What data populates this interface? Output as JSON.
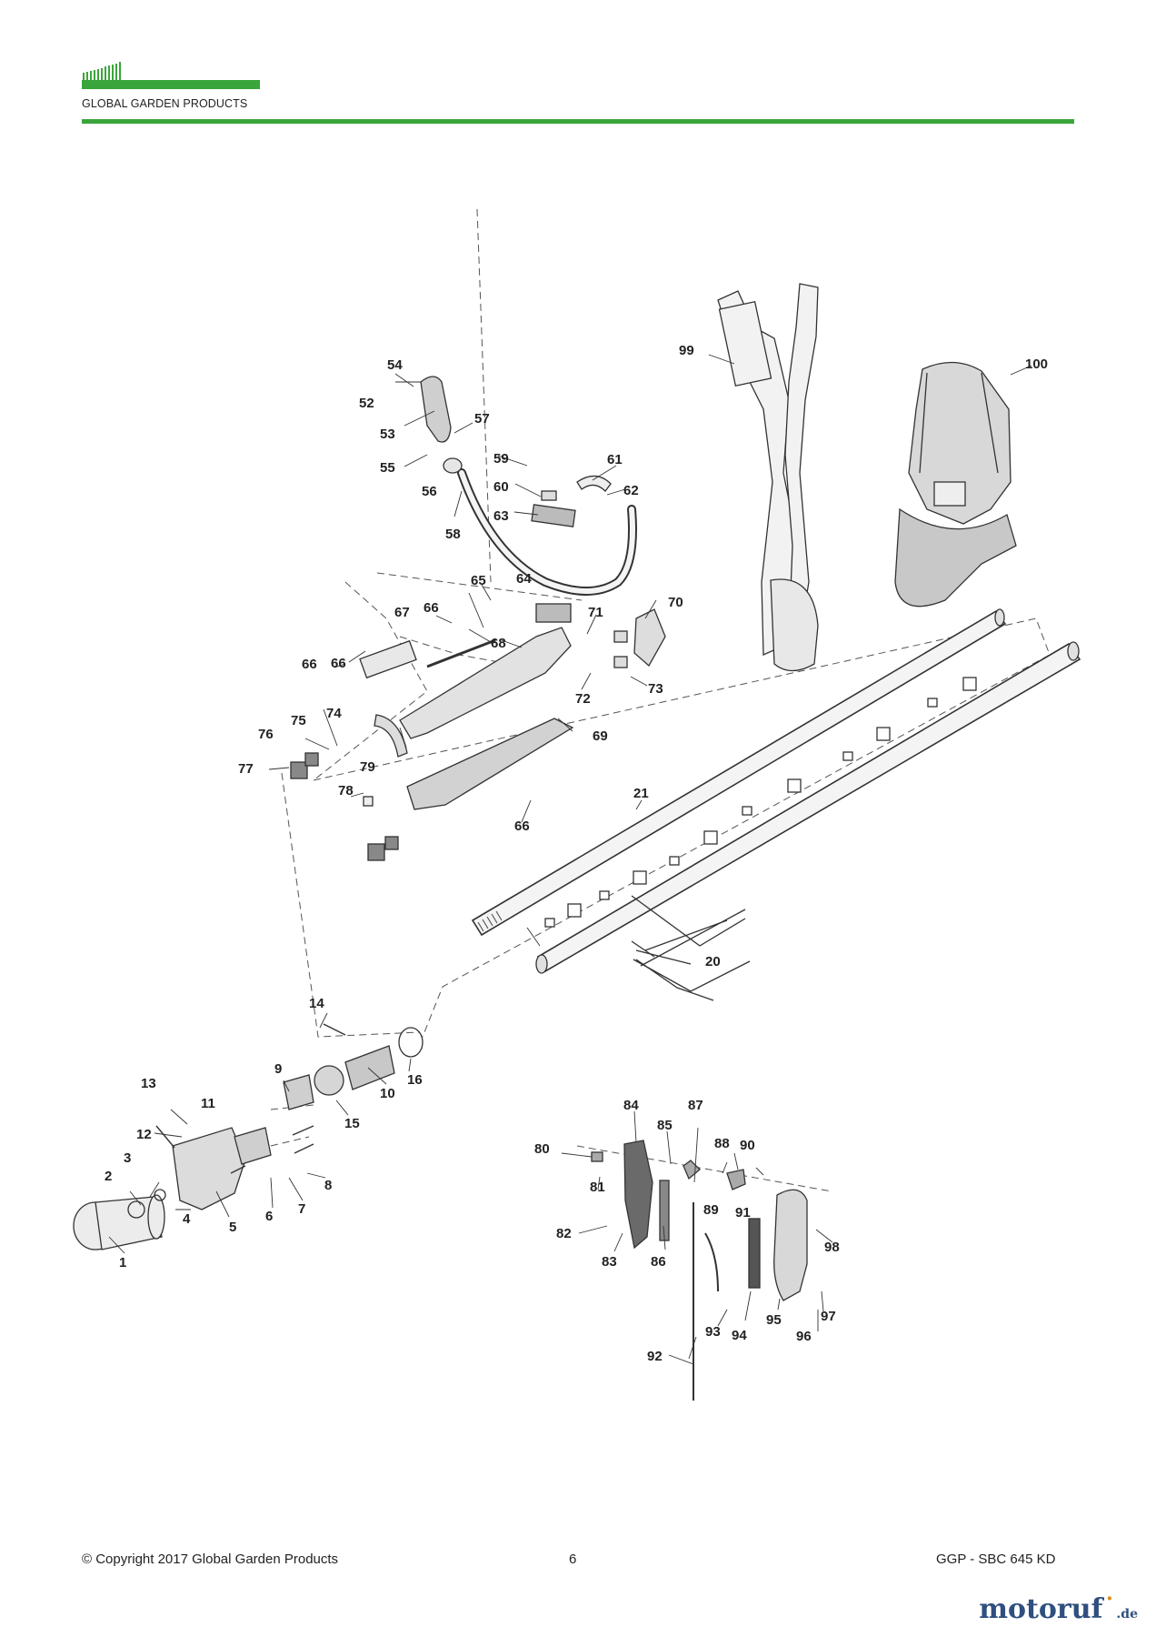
{
  "header": {
    "brand": "GLOBAL GARDEN PRODUCTS",
    "brand_color": "#3aa53a"
  },
  "footer": {
    "copyright": "© Copyright 2017 Global Garden Products",
    "page_number": "6",
    "model": "GGP - SBC 645 KD"
  },
  "watermark": {
    "name_a": "motoruf",
    "name_dot": "˙",
    "tld": ".de"
  },
  "callouts": [
    "1",
    "2",
    "3",
    "4",
    "5",
    "6",
    "7",
    "8",
    "9",
    "10",
    "11",
    "12",
    "13",
    "14",
    "15",
    "16",
    "20",
    "21",
    "52",
    "53",
    "54",
    "55",
    "56",
    "57",
    "58",
    "59",
    "60",
    "61",
    "62",
    "63",
    "64",
    "65",
    "66",
    "66",
    "66",
    "66",
    "67",
    "68",
    "69",
    "70",
    "71",
    "72",
    "73",
    "74",
    "75",
    "76",
    "77",
    "78",
    "79",
    "80",
    "81",
    "82",
    "83",
    "84",
    "85",
    "86",
    "87",
    "88",
    "89",
    "90",
    "91",
    "92",
    "93",
    "94",
    "95",
    "96",
    "97",
    "98",
    "99",
    "100"
  ]
}
